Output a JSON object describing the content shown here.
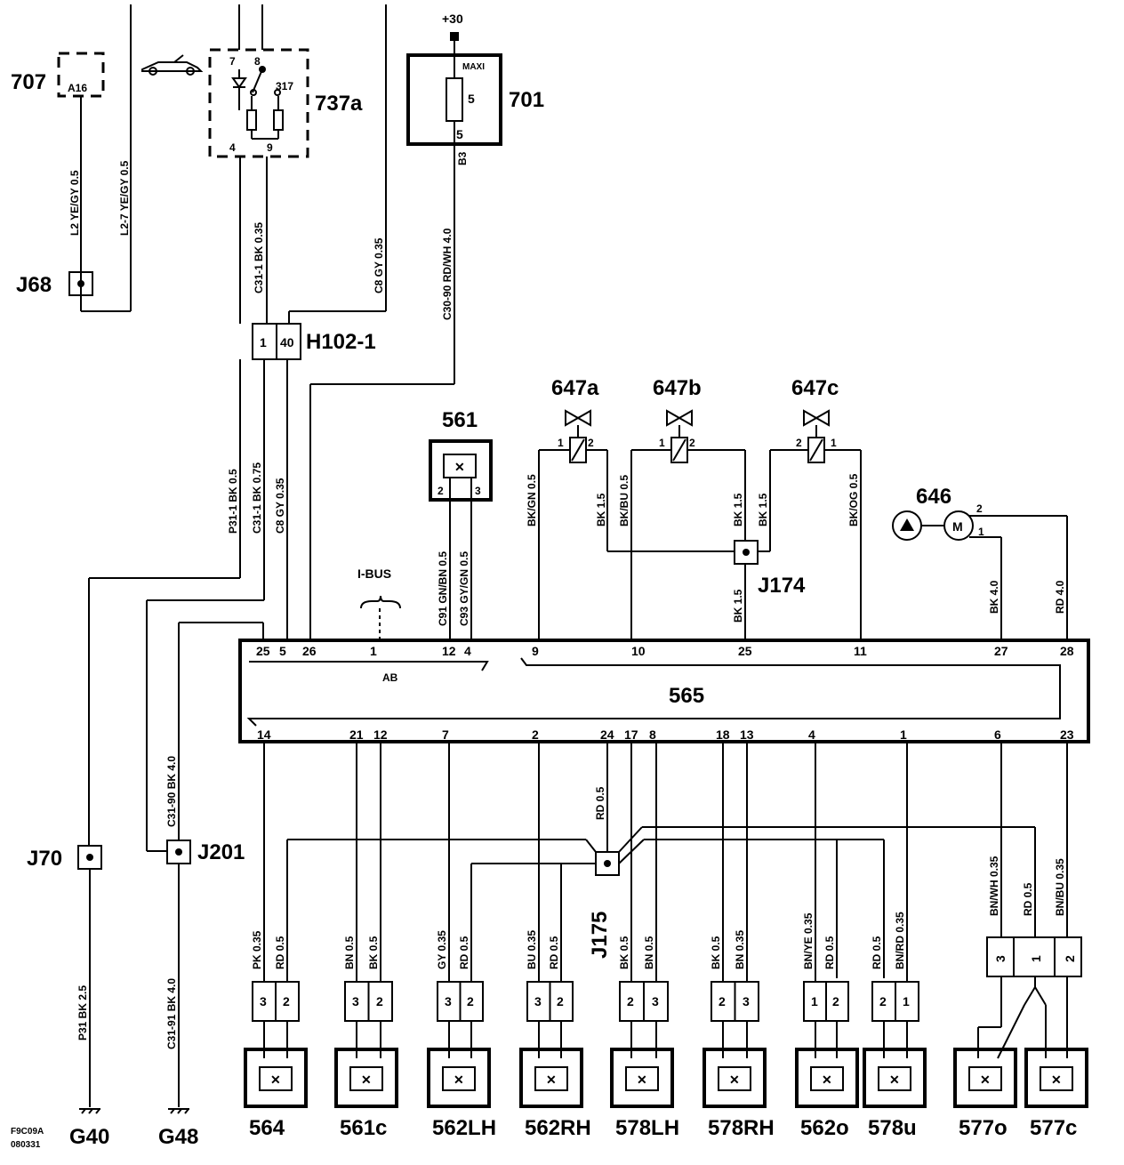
{
  "components": {
    "c707": "707",
    "c707_pin": "A16",
    "c737a": "737a",
    "c737a_pins": [
      "7",
      "8",
      "317",
      "4",
      "9"
    ],
    "c701": "701",
    "c701_plus": "+30",
    "c701_maxi": "MAXI",
    "c701_fuse": "5",
    "c701_pin": "5",
    "c701_b3": "B3",
    "c561": "561",
    "c561_pins": [
      "2",
      "3"
    ],
    "c647a": "647a",
    "c647b": "647b",
    "c647c": "647c",
    "c646": "646",
    "c565": "565",
    "c565_ab": "AB",
    "h102": "H102-1",
    "h102_pins": [
      "1",
      "40"
    ],
    "ibus": "I-BUS",
    "j68": "J68",
    "j70": "J70",
    "j201": "J201",
    "j174": "J174",
    "j175": "J175",
    "g40": "G40",
    "g48": "G48",
    "diagram_code_1": "F9C09A",
    "diagram_code_2": "080331"
  },
  "wire_labels": {
    "l2": "L2  YE/GY  0.5",
    "l27": "L2-7  YE/GY  0.5",
    "c311_top": "C31-1  BK  0.35",
    "c8_top": "C8  GY  0.35",
    "c3090": "C30-90  RD/WH  4.0",
    "p311": "P31-1  BK  0.5",
    "c311_mid": "C31-1  BK  0.75",
    "c8_mid": "C8  GY  0.35",
    "c3190": "C31-90  BK  4.0",
    "c3191": "C31-91  BK  4.0",
    "p31": "P31  BK  2.5",
    "c91": "C91  GN/BN  0.5",
    "c93": "C93  GY/GN  0.5",
    "bkgn": "BK/GN  0.5",
    "bk15a": "BK  1.5",
    "bkbu": "BK/BU  0.5",
    "bk15b": "BK  1.5",
    "bk15c": "BK  1.5",
    "bk15d": "BK  1.5",
    "bkog": "BK/OG  0.5",
    "bk40": "BK  4.0",
    "rd40": "RD  4.0",
    "rd05": "RD  0.5",
    "bnwh": "BN/WH  0.35",
    "rd05b": "RD  0.5",
    "bnbu": "BN/BU  0.35"
  },
  "pins_565_top": [
    "25",
    "5",
    "26",
    "1",
    "12",
    "4",
    "9",
    "10",
    "25",
    "11",
    "27",
    "28"
  ],
  "pins_565_bottom": [
    "14",
    "21",
    "12",
    "7",
    "2",
    "24",
    "17",
    "8",
    "18",
    "13",
    "4",
    "1",
    "6",
    "23"
  ],
  "sensors": [
    {
      "id": "564",
      "pins": [
        "3",
        "2"
      ],
      "wires": [
        "PK  0.35",
        "RD  0.5"
      ]
    },
    {
      "id": "561c",
      "pins": [
        "3",
        "2"
      ],
      "wires": [
        "BN  0.5",
        "BK  0.5"
      ]
    },
    {
      "id": "562LH",
      "pins": [
        "3",
        "2"
      ],
      "wires": [
        "GY  0.35",
        "RD  0.5"
      ]
    },
    {
      "id": "562RH",
      "pins": [
        "3",
        "2"
      ],
      "wires": [
        "BU  0.35",
        "RD  0.5"
      ]
    },
    {
      "id": "578LH",
      "pins": [
        "2",
        "3"
      ],
      "wires": [
        "BK  0.5",
        "BN  0.5"
      ]
    },
    {
      "id": "578RH",
      "pins": [
        "2",
        "3"
      ],
      "wires": [
        "BK  0.5",
        "BN  0.35"
      ]
    },
    {
      "id": "562o",
      "pins": [
        "1",
        "2"
      ],
      "wires": [
        "BN/YE  0.35",
        "RD  0.5"
      ]
    },
    {
      "id": "578u",
      "pins": [
        "2",
        "1"
      ],
      "wires": [
        "RD  0.5",
        "BN/RD  0.35"
      ]
    },
    {
      "id": "577o"
    },
    {
      "id": "577c"
    }
  ],
  "conn577_pins": [
    "3",
    "1",
    "2"
  ],
  "motor_label": "M",
  "motor_pins": [
    "2",
    "1"
  ],
  "valve_pins": {
    "a": [
      "1",
      "2"
    ],
    "b": [
      "1",
      "2"
    ],
    "c": [
      "2",
      "1"
    ]
  }
}
